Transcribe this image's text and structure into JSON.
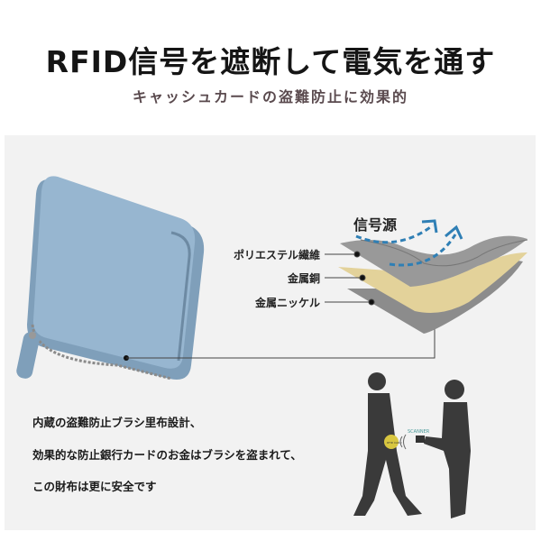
{
  "header": {
    "title": "RFID信号を遮断して電気を通す",
    "subtitle": "キャッシュカードの盗難防止に効果的"
  },
  "diagram": {
    "signal_source": "信号源",
    "layers": [
      "ポリエステル繊維",
      "金属銅",
      "金属ニッケル"
    ]
  },
  "description": [
    "内蔵の盗難防止ブラシ里布設計、",
    "効果的な防止銀行カードのお金はブラシを盗まれて、",
    "この財布は更に安全です"
  ],
  "illustration": {
    "scanner_label": "SCANNER",
    "card_label": "RFID CARD"
  },
  "colors": {
    "wallet": "#8fb0cc",
    "copper": "#e3d29a",
    "layer": "#8a8a8a",
    "arrow": "#2f7fb5"
  }
}
